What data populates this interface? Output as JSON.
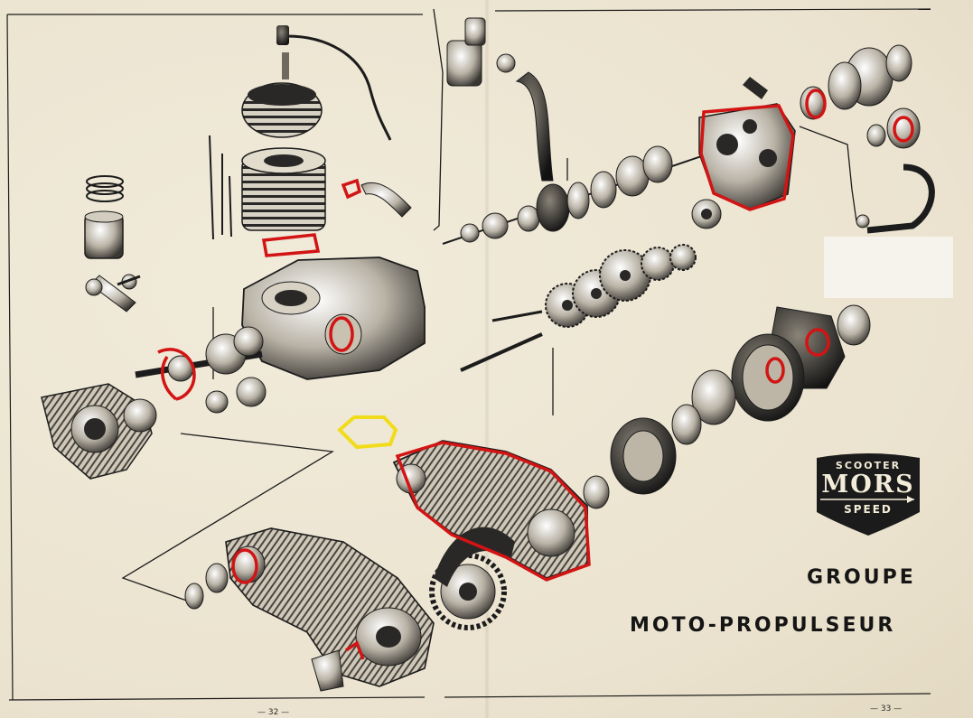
{
  "badge": {
    "top_text": "SCOOTER",
    "brand": "MORS",
    "bottom_text": "SPEED"
  },
  "title": {
    "line1": "GROUPE",
    "line2": "MOTO-PROPULSEUR"
  },
  "page_numbers": {
    "left": "— 32 —",
    "right": "— 33 —"
  },
  "colors": {
    "paper": "#efe8d6",
    "ink": "#1c1c1c",
    "highlight_red": "#d21414",
    "highlight_yellow": "#f0dc1a",
    "badge_fill": "#1b1b1b"
  }
}
